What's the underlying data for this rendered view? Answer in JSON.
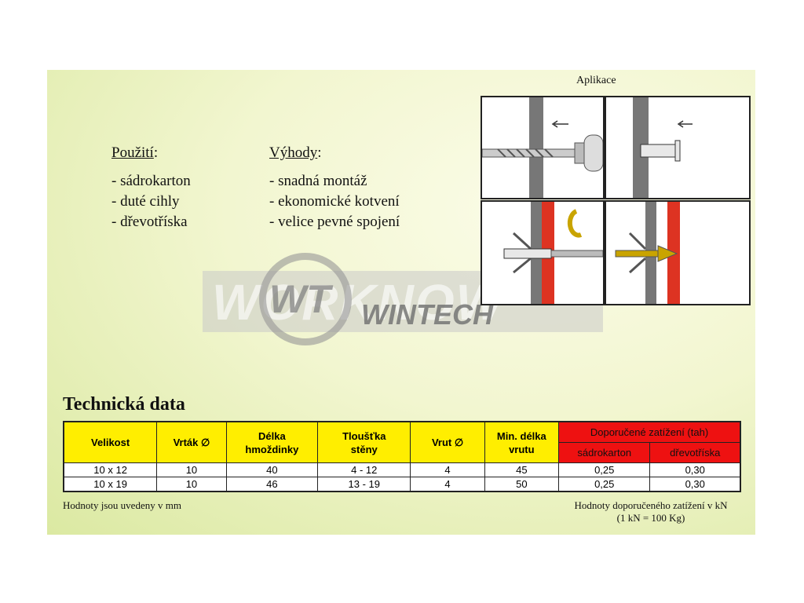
{
  "aplikace": "Aplikace",
  "usage": {
    "heading": "Použití",
    "colon": ":",
    "items": [
      "- sádrokarton",
      "- duté cihly",
      "- dřevotříska"
    ]
  },
  "benefits": {
    "heading": "Výhody",
    "colon": ":",
    "items": [
      "- snadná montáž",
      "- ekonomické kotvení",
      "- velice pevné spojení"
    ]
  },
  "watermark": {
    "bg_text": "WORKNOW",
    "logo": "WT",
    "brand": "WINTECH"
  },
  "tech_title": "Technická data",
  "table": {
    "headers": {
      "velikost": "Velikost",
      "vrtak": "Vrták ∅",
      "delka_1": "Délka",
      "delka_2": "hmoždinky",
      "tloustka_1": "Tloušťka",
      "tloustka_2": "stěny",
      "vrut": "Vrut ∅",
      "min_1": "Min. délka",
      "min_2": "vrutu",
      "load": "Doporučené zatížení (tah)",
      "load_sadrokarton": "sádrokarton",
      "load_drevotriska": "dřevotříska"
    },
    "rows": [
      [
        "10 x 12",
        "10",
        "40",
        "4 - 12",
        "4",
        "45",
        "0,25",
        "0,30"
      ],
      [
        "10 x 19",
        "10",
        "46",
        "13 - 19",
        "4",
        "50",
        "0,25",
        "0,30"
      ]
    ]
  },
  "footer_left": "Hodnoty jsou uvedeny v mm",
  "footer_right_1": "Hodnoty doporučeného zatížení v kN",
  "footer_right_2": "(1 kN = 100 Kg)",
  "colors": {
    "header_yellow": "#ffee00",
    "header_red": "#ee1111",
    "wall_gray": "#777777",
    "board_red": "#dd3322"
  }
}
